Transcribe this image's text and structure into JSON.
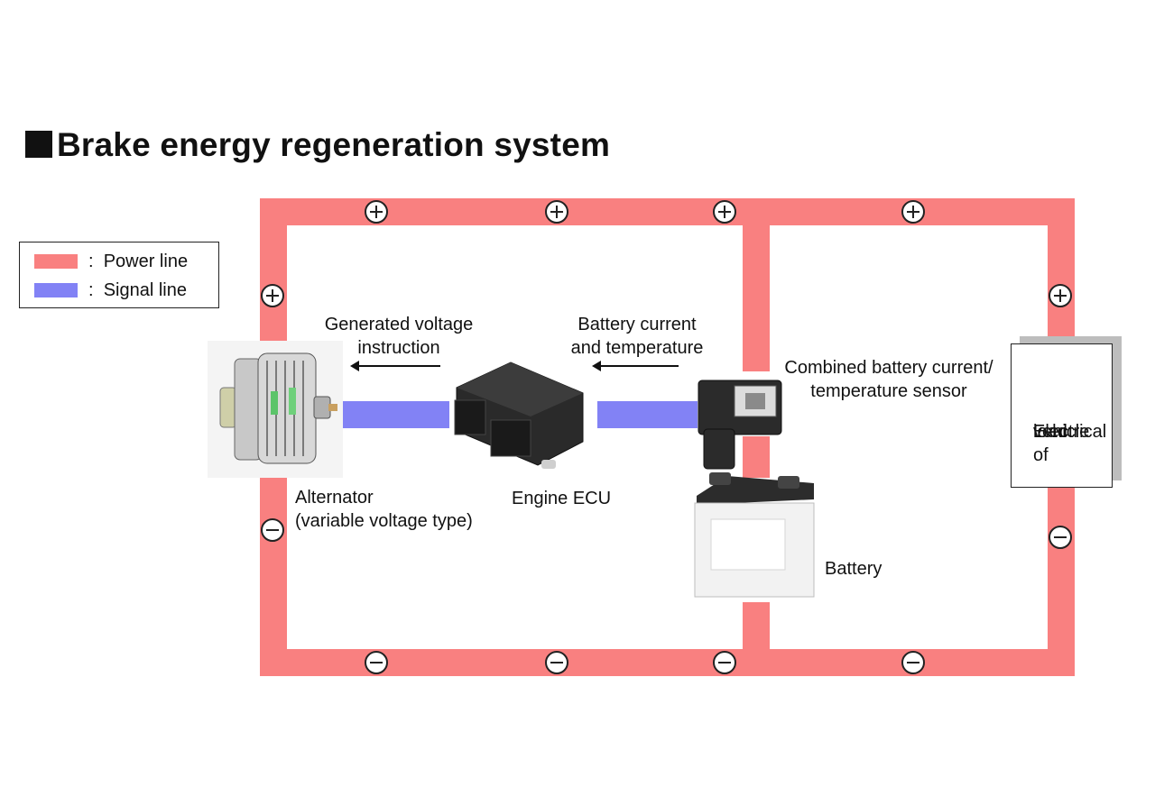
{
  "title": "Brake energy regeneration system",
  "colors": {
    "power_line": "#f98080",
    "signal_line": "#8282f5"
  },
  "legend": {
    "power_label": "Power line",
    "signal_label": "Signal line",
    "separator": ":"
  },
  "labels": {
    "generated_voltage": [
      "Generated voltage",
      "instruction"
    ],
    "battery_current": [
      "Battery current",
      "and temperature"
    ],
    "sensor": [
      "Combined battery current/",
      "temperature sensor"
    ],
    "alternator": [
      "Alternator",
      "(variable voltage type)"
    ],
    "ecu": "Engine ECU",
    "battery": "Battery",
    "load": [
      "Electrical",
      "load of",
      "vehicle"
    ]
  },
  "icons": {
    "plus": "plus-terminal-icon",
    "minus": "minus-terminal-icon",
    "alternator": "alternator-icon",
    "ecu": "ecu-icon",
    "sensor": "sensor-icon",
    "battery": "battery-icon"
  }
}
